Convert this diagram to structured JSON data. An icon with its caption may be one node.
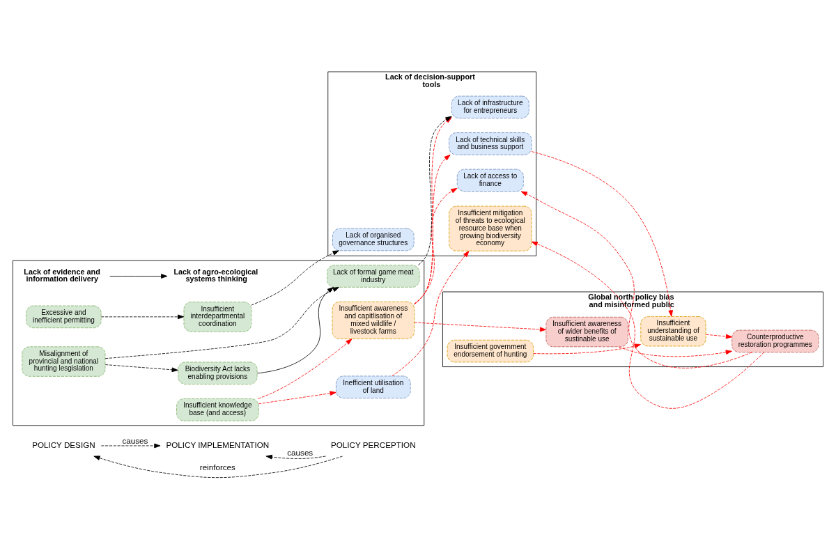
{
  "diagram": {
    "nodes": [
      {
        "text": [
          "POLICY DESIGN"
        ]
      },
      {
        "text": [
          "POLICY IMPLEMENTATION"
        ]
      },
      {
        "text": [
          "POLICY PERCEPTION"
        ]
      },
      {
        "text": [],
        "shape": "box"
      },
      {
        "text": [
          "Lack of evidence and information delivery"
        ],
        "in": 3
      },
      {
        "text": [
          "Lack of agro-ecological systems thinking"
        ],
        "in": 3
      },
      {
        "text": [
          "Insufficient knowledge base (and access)"
        ],
        "in": 3
      },
      {
        "text": [
          "Insufficient awareness and capitlisation of mixed wildlife / livestock farms"
        ],
        "in": 3
      },
      {
        "text": [
          "Excessive and inefficient permitting"
        ],
        "in": 3
      },
      {
        "text": [
          "Insufficient interdepartmental coordination"
        ],
        "in": 3
      },
      {
        "text": [
          "Misalignment of provincial and national hunting lesgislation"
        ],
        "in": 3
      },
      {
        "text": [
          "Biodiversity Act lacks enabling provisions"
        ],
        "in": 3
      },
      {
        "text": [
          "Lack of formal game meat industry"
        ],
        "in": 3
      },
      {
        "text": [
          "Inefficient utilisation of land"
        ],
        "in": 3
      },
      {
        "text": [
          "Lack of decision-support tools"
        ]
      },
      {
        "text": [
          "Lack of technical skills and business support"
        ],
        "in": 14
      },
      {
        "text": [
          "Lack of access to finance"
        ],
        "in": 14
      },
      {
        "text": [
          "Lack of organised governance structures"
        ],
        "in": 14
      },
      {
        "text": [
          "Lack of infrastructure for entrepreneurs"
        ],
        "in": 14
      },
      {
        "text": [
          "Insufficient mitigation of threats to ecological resource base when growing biodiversity economy"
        ],
        "in": 14
      },
      {
        "text": [
          "Global north policy bias and misinformed public"
        ]
      },
      {
        "text": [
          "Insufficient awareness of wider benefits of sustinable use"
        ],
        "in": 20
      },
      {
        "text": [
          "Insufficient understanding of sustainable use"
        ],
        "in": 20
      },
      {
        "text": [
          "Insufficient government endorsement of hunting"
        ],
        "in": 20
      },
      {
        "text": [
          "Counterproductive restoration programmes"
        ],
        "in": 20
      }
    ],
    "edges": [
      {
        "from": 0,
        "to": 1,
        "arrow": "to",
        "label": "causes",
        "style": "dashed",
        "color": "#000000"
      },
      {
        "from": 2,
        "to": 1,
        "arrow": "to",
        "label": "causes",
        "style": "dashed",
        "color": "#000000"
      },
      {
        "from": 2,
        "to": 0,
        "arrow": "to",
        "label": "reinforces",
        "style": "dashed",
        "color": "#000000"
      },
      {
        "from": 4,
        "to": 5,
        "arrow": "to",
        "color": "#000000"
      },
      {
        "from": 6,
        "to": 7,
        "arrow": "to",
        "style": "dashed"
      },
      {
        "from": 6,
        "to": 13,
        "arrow": "to",
        "style": "dashed"
      },
      {
        "from": 7,
        "to": 15,
        "arrow": "to",
        "style": "dashed"
      },
      {
        "from": 7,
        "to": 16,
        "arrow": "to",
        "style": "dashed"
      },
      {
        "from": 7,
        "to": 18,
        "arrow": "to",
        "style": "dashed"
      },
      {
        "from": 7,
        "to": 21,
        "arrow": "to",
        "style": "dashed"
      },
      {
        "from": 8,
        "to": 9,
        "arrow": "to",
        "style": "dashed",
        "color": "#000000"
      },
      {
        "from": 9,
        "to": 17,
        "arrow": "to",
        "style": "dashed",
        "color": "#000000"
      },
      {
        "from": 10,
        "to": 11,
        "arrow": "to",
        "style": "dashed",
        "color": "#000000"
      },
      {
        "from": 10,
        "to": 12,
        "arrow": "to",
        "style": "dashed",
        "color": "#000000"
      },
      {
        "from": 11,
        "to": 12,
        "arrow": "to",
        "color": "#000000"
      },
      {
        "from": 12,
        "to": 18,
        "arrow": "to",
        "style": "dashed",
        "color": "#000000"
      },
      {
        "from": 13,
        "to": 19,
        "arrow": "to",
        "style": "dashed"
      },
      {
        "from": 15,
        "to": 22,
        "arrow": "to",
        "style": "dashed"
      },
      {
        "from": 23,
        "to": 22,
        "arrow": "to",
        "style": "dashed"
      },
      {
        "from": 21,
        "to": 24,
        "arrow": "to",
        "style": "dashed"
      },
      {
        "from": 22,
        "to": 24,
        "arrow": "to",
        "style": "dashed"
      },
      {
        "from": 24,
        "to": 16,
        "arrow": "to",
        "style": "dashed"
      },
      {
        "from": 24,
        "to": 19,
        "arrow": "to",
        "style": "dashed"
      }
    ]
  }
}
